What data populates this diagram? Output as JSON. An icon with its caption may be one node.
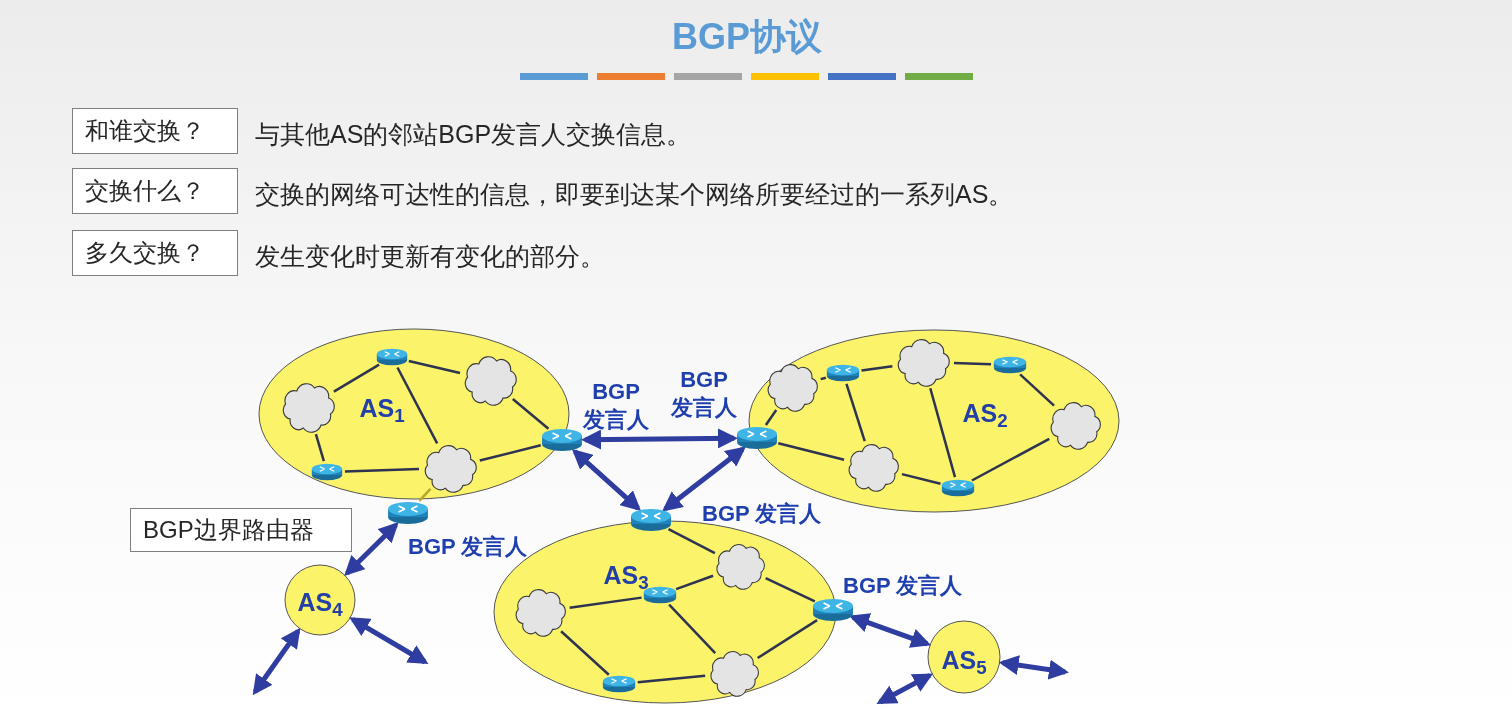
{
  "diagram": {
    "title": "BGP协议",
    "nodes": [
      {
        "text": [
          "和谁交换？"
        ],
        "beside": [
          "与其他AS的邻站BGP发言人交换信息。"
        ]
      },
      {
        "text": [
          "交换什么？"
        ],
        "beside": [
          "交换的网络可达性的信息，即要到达某个网络所要经过的一系列AS。"
        ]
      },
      {
        "text": [
          "多久交换？"
        ],
        "beside": [
          "发生变化时更新有变化的部分。"
        ]
      },
      {
        "text": [
          "AS$_{1}$"
        ]
      },
      {
        "text": [],
        "shape": "router",
        "in": 3
      },
      {
        "text": [],
        "shape": "cloud",
        "in": 3
      },
      {
        "text": [],
        "shape": "cloud",
        "in": 3
      },
      {
        "text": [],
        "shape": "router",
        "in": 3
      },
      {
        "text": [],
        "shape": "cloud",
        "in": 3
      },
      {
        "text": [],
        "shape": "router",
        "beside": [
          "BGP 发言人"
        ]
      },
      {
        "text": [
          "AS$_{2}$"
        ]
      },
      {
        "text": [],
        "shape": "cloud",
        "in": 10
      },
      {
        "text": [],
        "shape": "router",
        "in": 10
      },
      {
        "text": [],
        "shape": "cloud",
        "in": 10
      },
      {
        "text": [],
        "shape": "router",
        "in": 10
      },
      {
        "text": [],
        "shape": "cloud",
        "in": 10
      },
      {
        "text": [],
        "shape": "cloud",
        "in": 10
      },
      {
        "text": [],
        "shape": "router",
        "in": 10
      },
      {
        "text": [],
        "shape": "router",
        "beside": [
          "BGP 发言人"
        ]
      },
      {
        "text": [
          "BGP边界路由器"
        ]
      },
      {
        "text": [],
        "shape": "router",
        "beside": [
          "BGP 发言人"
        ]
      },
      {
        "text": [],
        "shape": "router",
        "beside": [
          "BGP 发言人"
        ]
      },
      {
        "text": [
          "AS$_{3}$"
        ]
      },
      {
        "text": [],
        "shape": "cloud",
        "in": 22
      },
      {
        "text": [],
        "shape": "router",
        "in": 22
      },
      {
        "text": [],
        "shape": "cloud",
        "in": 22
      },
      {
        "text": [],
        "shape": "router",
        "beside": [
          "BGP 发言人"
        ]
      },
      {
        "text": [],
        "shape": "router",
        "in": 22
      },
      {
        "text": [],
        "shape": "cloud",
        "in": 22
      },
      {
        "text": [
          "AS$_{4}$"
        ]
      },
      {
        "text": [
          "AS$_{5}$"
        ]
      }
    ],
    "edges": [
      {
        "from": 4,
        "to": 5,
        "arrow": "none"
      },
      {
        "from": 4,
        "to": 6,
        "arrow": "none"
      },
      {
        "from": 4,
        "to": 8,
        "arrow": "none"
      },
      {
        "from": 5,
        "to": 7,
        "arrow": "none"
      },
      {
        "from": 7,
        "to": 8,
        "arrow": "none"
      },
      {
        "from": 8,
        "to": 9,
        "arrow": "none"
      },
      {
        "from": 6,
        "to": 9,
        "arrow": "none"
      },
      {
        "from": 8,
        "to": 20,
        "arrow": "none",
        "color": "#b5a82a"
      },
      {
        "from": 18,
        "to": 11,
        "arrow": "none"
      },
      {
        "from": 11,
        "to": 12,
        "arrow": "none"
      },
      {
        "from": 12,
        "to": 13,
        "arrow": "none"
      },
      {
        "from": 13,
        "to": 14,
        "arrow": "none"
      },
      {
        "from": 14,
        "to": 15,
        "arrow": "none"
      },
      {
        "from": 15,
        "to": 17,
        "arrow": "none"
      },
      {
        "from": 17,
        "to": 16,
        "arrow": "none"
      },
      {
        "from": 16,
        "to": 18,
        "arrow": "none"
      },
      {
        "from": 12,
        "to": 16,
        "arrow": "none"
      },
      {
        "from": 13,
        "to": 17,
        "arrow": "none"
      },
      {
        "from": 21,
        "to": 23,
        "arrow": "none"
      },
      {
        "from": 23,
        "to": 26,
        "arrow": "none"
      },
      {
        "from": 24,
        "to": 23,
        "arrow": "none"
      },
      {
        "from": 25,
        "to": 24,
        "arrow": "none"
      },
      {
        "from": 24,
        "to": 28,
        "arrow": "none"
      },
      {
        "from": 25,
        "to": 27,
        "arrow": "none"
      },
      {
        "from": 27,
        "to": 28,
        "arrow": "none"
      },
      {
        "from": 28,
        "to": 26,
        "arrow": "none"
      },
      {
        "from": 9,
        "to": 18,
        "arrow": "both",
        "style": "thick",
        "color": "#2e3d9f"
      },
      {
        "from": 9,
        "to": 21,
        "arrow": "both",
        "style": "thick",
        "color": "#2e3d9f"
      },
      {
        "from": 18,
        "to": 21,
        "arrow": "both",
        "style": "thick",
        "color": "#2e3d9f"
      },
      {
        "from": 20,
        "to": 29,
        "arrow": "both",
        "style": "thick",
        "color": "#2e3d9f"
      },
      {
        "from": 29,
        "to": null,
        "arrow": "both",
        "style": "thick",
        "color": "#2e3d9f"
      },
      {
        "from": 29,
        "to": null,
        "arrow": "both",
        "style": "thick",
        "color": "#2e3d9f"
      },
      {
        "from": 26,
        "to": 30,
        "arrow": "both",
        "style": "thick",
        "color": "#2e3d9f"
      },
      {
        "from": 30,
        "to": null,
        "arrow": "both",
        "style": "thick",
        "color": "#2e3d9f"
      },
      {
        "from": 30,
        "to": null,
        "arrow": "both",
        "style": "thick",
        "color": "#2e3d9f"
      }
    ]
  }
}
